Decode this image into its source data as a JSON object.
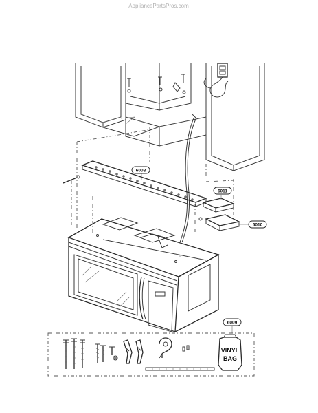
{
  "watermark": "AppliancePartsPros.com",
  "callouts": {
    "bracket": "6008",
    "duct_upper": "6011",
    "duct_lower": "6010",
    "kit": "6009"
  },
  "bag": {
    "line1": "VINYL",
    "line2": "BAG"
  }
}
